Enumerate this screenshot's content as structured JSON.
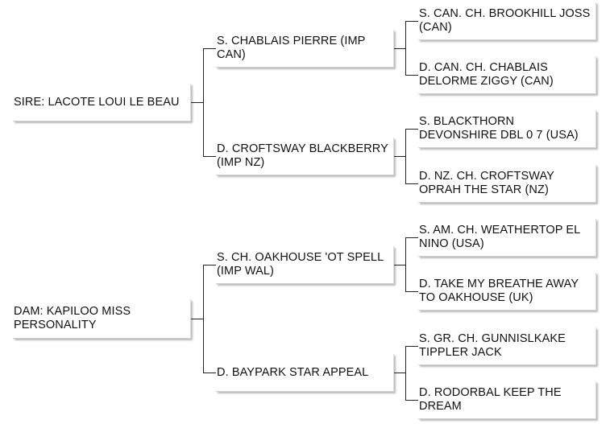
{
  "pedigree": {
    "sire": {
      "label": "SIRE: LACOTE LOUI LE BEAU",
      "sire": {
        "label": "S. CHABLAIS PIERRE (IMP CAN)",
        "sire": {
          "label": "S. CAN. CH. BROOKHILL JOSS (CAN)"
        },
        "dam": {
          "label": "D. CAN. CH. CHABLAIS DELORME ZIGGY (CAN)"
        }
      },
      "dam": {
        "label": "D. CROFTSWAY BLACKBERRY (IMP NZ)",
        "sire": {
          "label": "S. BLACKTHORN DEVONSHIRE DBL 0 7 (USA)"
        },
        "dam": {
          "label": "D. NZ. CH. CROFTSWAY OPRAH THE STAR (NZ)"
        }
      }
    },
    "dam": {
      "label": "DAM: KAPILOO MISS PERSONALITY",
      "sire": {
        "label": "S. CH. OAKHOUSE 'OT SPELL (IMP WAL)",
        "sire": {
          "label": "S. AM. CH. WEATHERTOP EL NINO (USA)"
        },
        "dam": {
          "label": "D. TAKE MY BREATHE AWAY TO OAKHOUSE (UK)"
        }
      },
      "dam": {
        "label": "D. BAYPARK STAR APPEAL",
        "sire": {
          "label": "S. GR. CH. GUNNISLKAKE TIPPLER JACK"
        },
        "dam": {
          "label": "D. RODORBAL KEEP THE DREAM"
        }
      }
    }
  }
}
